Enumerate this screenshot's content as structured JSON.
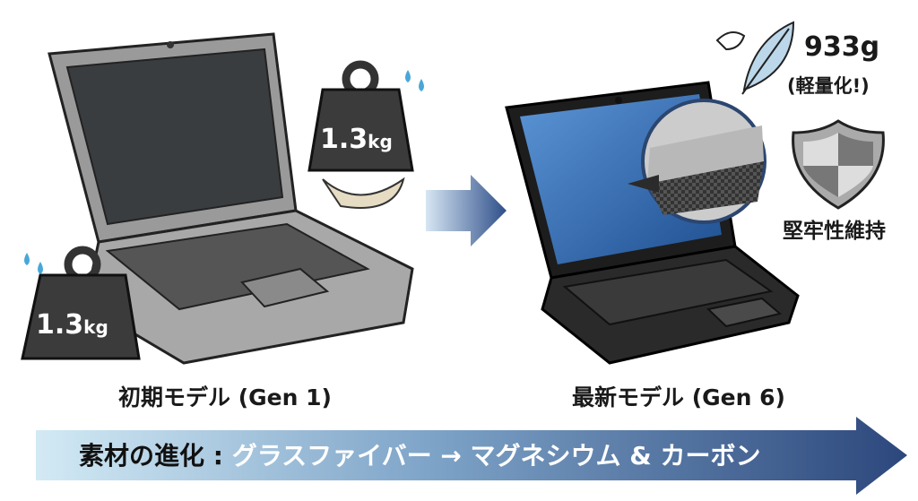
{
  "left": {
    "caption": "初期モデル (Gen 1)",
    "weight_top": {
      "value": "1.3",
      "unit": "kg"
    },
    "weight_bottom": {
      "value": "1.3",
      "unit": "kg"
    }
  },
  "right": {
    "caption": "最新モデル (Gen 6)",
    "weight": "933g",
    "weight_note": "(軽量化!)",
    "durability": "堅牢性維持"
  },
  "banner": {
    "prefix": "素材の進化 : ",
    "text": "グラスファイバー → マグネシウム & カーボン"
  },
  "colors": {
    "arrow_dark": "#2e4a80",
    "arrow_light": "#cfe6f3",
    "screen_blue": "#3a72b8"
  }
}
